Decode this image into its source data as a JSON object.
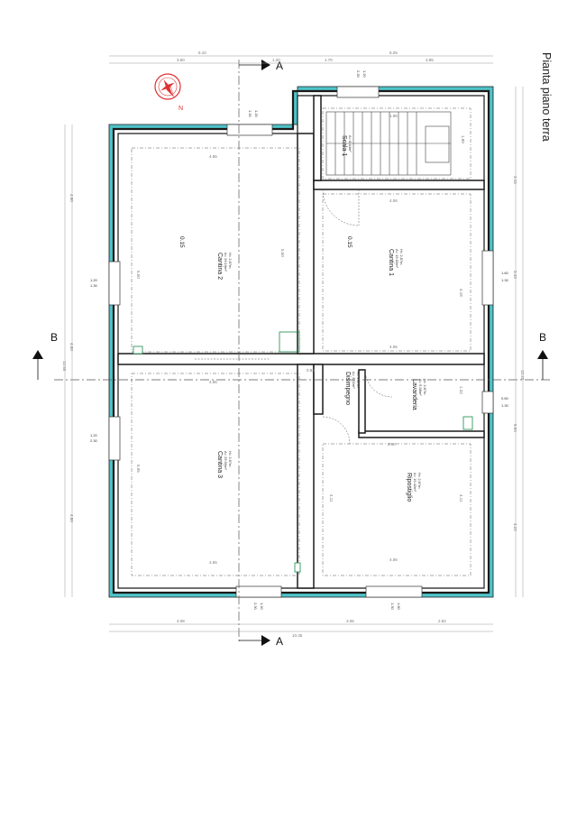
{
  "title": "Pianta piano terra",
  "section_labels": {
    "a_top": "A",
    "a_bottom": "A",
    "b_left": "B",
    "b_right": "B"
  },
  "compass": {
    "north_label": "N"
  },
  "colors": {
    "cladding": "#4fc3c9",
    "wall": "#1a1a1a",
    "accent_red": "#e03030"
  },
  "rooms": [
    {
      "id": "cantina-2",
      "name": "Cantina 2",
      "area": "A= 26.16m²",
      "height": "H= 2.87m",
      "level": "0.15"
    },
    {
      "id": "cantina-1",
      "name": "Cantina 1",
      "area": "A= 15.62m²",
      "height": "H= 2.87m",
      "level": "0.15"
    },
    {
      "id": "scala-1",
      "name": "Scala 1",
      "area": "A= 8.44m²",
      "height": ""
    },
    {
      "id": "cantina-3",
      "name": "Cantina 3",
      "area": "A= 25.90m²",
      "height": "H= 2.87m"
    },
    {
      "id": "disimpegno",
      "name": "Disimpegno",
      "area": "A= 3.02m²",
      "height": "H= 2.87m"
    },
    {
      "id": "lavanderia",
      "name": "Lavanderia",
      "area": "A= 5.58m²",
      "height": "H= 2.87m"
    },
    {
      "id": "ripostiglio",
      "name": "Ripostiglio",
      "area": "A= 15.42m²",
      "height": "H= 2.87m"
    }
  ],
  "openings": {
    "top_left": [
      "1.20",
      "1.30"
    ],
    "top_stair": [
      "1.20",
      "2.30"
    ],
    "left_upper": [
      "1.20",
      "1.30"
    ],
    "left_lower": [
      "1.20",
      "2.30"
    ],
    "right_upper": [
      "1.60",
      "1.30"
    ],
    "right_lower": [
      "0.60",
      "1.30"
    ],
    "bottom_left": [
      "1.20",
      "2.30"
    ],
    "bottom_right": [
      "1.60",
      "1.30"
    ]
  },
  "dims_top": {
    "total_left": "5.10",
    "total_right": "6.25",
    "seg1": "3.60",
    "seg2": "1.20",
    "seg3": "1.70",
    "seg4": "3.85"
  },
  "dims_bottom": {
    "total": "10.35",
    "seg1": "4.08",
    "seg2": "3.06",
    "seg3": "2.82"
  },
  "dims_left": {
    "total": "12.55",
    "seg1": "4.80",
    "seg2": "4.00",
    "seg3": "4.80"
  },
  "dims_right": {
    "total": "12.22",
    "seg1": "3.15",
    "seg2": "3.43",
    "seg3": "5.84",
    "seg4": "4.22"
  },
  "dims_inner": {
    "c2_w": "4.55",
    "c2_h": "5.50",
    "c2_h2": "5.50",
    "c1_w": "4.06",
    "c1_h": "4.18",
    "c1_w2": "4.06",
    "c3_w": "4.55",
    "c3_w2": "4.55",
    "c3_h": "5.95",
    "rip_w": "4.06",
    "rip_h": "4.11",
    "rip_h2": "4.11",
    "lav_w": "2.90",
    "dis_w": "0.83",
    "stair_w": "1.95",
    "stair_h": "1.80",
    "corr": "1.33"
  }
}
